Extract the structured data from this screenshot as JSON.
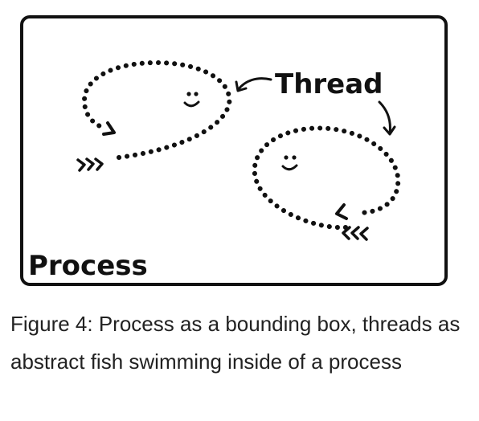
{
  "diagram": {
    "container_label": "Process",
    "thread_label": "Thread",
    "colors": {
      "stroke": "#111111",
      "background": "#ffffff"
    },
    "nodes": [
      {
        "id": "process",
        "kind": "bounding-box",
        "label_key": "container_label"
      },
      {
        "id": "fish-1",
        "kind": "abstract-fish",
        "face": "smiley"
      },
      {
        "id": "fish-2",
        "kind": "abstract-fish",
        "face": "smiley"
      }
    ],
    "annotations": [
      {
        "from": "thread_label",
        "to": "fish-1",
        "kind": "curved-arrow"
      },
      {
        "from": "thread_label",
        "to": "fish-2",
        "kind": "curved-arrow"
      }
    ]
  },
  "caption": "Figure 4: Process as a bounding box, threads as abstract fish swimming inside of a process"
}
